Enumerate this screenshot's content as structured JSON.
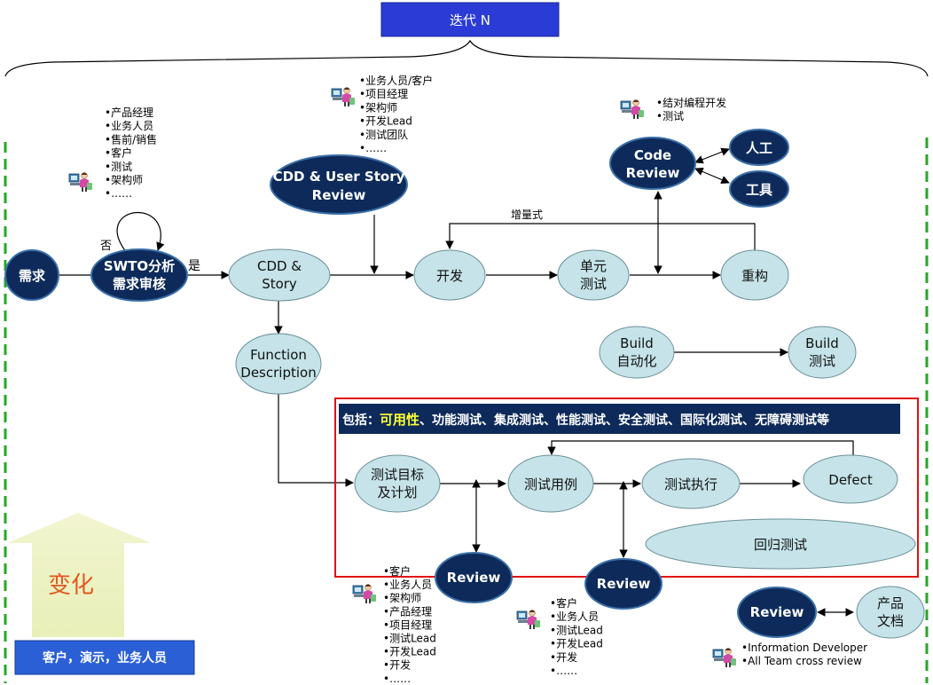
{
  "iteration_title": "迭代 N",
  "change_arrow_label": "变化",
  "bottom_box_label": "客户，演示，业务人员",
  "nodes": {
    "requirement": "需求",
    "swto_line1": "SWTO分析",
    "swto_line2": "需求审核",
    "loop_no": "否",
    "branch_yes": "是",
    "cdd_story_line1": "CDD &",
    "cdd_story_line2": "Story",
    "cdd_review_line1": "CDD & User Story",
    "cdd_review_line2": "Review",
    "develop": "开发",
    "unit_test_line1": "单元",
    "unit_test_line2": "测试",
    "refactor": "重构",
    "incremental": "增量式",
    "code_review_line1": "Code",
    "code_review_line2": "Review",
    "manual": "人工",
    "tool": "工具",
    "build_auto_line1": "Build",
    "build_auto_line2": "自动化",
    "build_test_line1": "Build",
    "build_test_line2": "测试",
    "func_desc_line1": "Function",
    "func_desc_line2": "Description",
    "test_goal_line1": "测试目标",
    "test_goal_line2": "及计划",
    "test_case": "测试用例",
    "test_exec": "测试执行",
    "defect": "Defect",
    "regression": "回归测试",
    "review": "Review",
    "product_doc_line1": "产品",
    "product_doc_line2": "文档"
  },
  "test_scope": {
    "prefix": "包括：",
    "highlight": "可用性",
    "rest": "、功能测试、集成测试、性能测试、安全测试、国际化测试、无障碍测试等"
  },
  "lists": {
    "swto_roles": [
      "•产品经理",
      "•业务人员",
      "•售前/销售",
      "•客户",
      "•测试",
      "•架构师",
      "•……"
    ],
    "cdd_review_roles": [
      "•业务人员/客户",
      "•项目经理",
      "•架构师",
      "•开发Lead",
      "•测试团队",
      "•……"
    ],
    "code_review_roles": [
      "•结对编程开发",
      "•测试"
    ],
    "review1_roles": [
      "•客户",
      "•业务人员",
      "•架构师",
      "•产品经理",
      "•项目经理",
      "•测试Lead",
      "•开发Lead",
      "•开发",
      "•……"
    ],
    "review2_roles": [
      "•客户",
      "•业务人员",
      "•测试Lead",
      "•开发Lead",
      "•开发",
      "•……"
    ],
    "review3_roles": [
      "•Information Developer",
      "•All Team cross review"
    ]
  },
  "colors": {
    "title_box": "#2b3bd6",
    "dark_node": "#0d2a5a",
    "light_node": "#c5e3e8",
    "dashed_border": "#22aa22",
    "red_box": "#e01010",
    "scope_banner": "#0d2a5a",
    "highlight_text": "#ffff33",
    "change_text": "#e05a20"
  }
}
